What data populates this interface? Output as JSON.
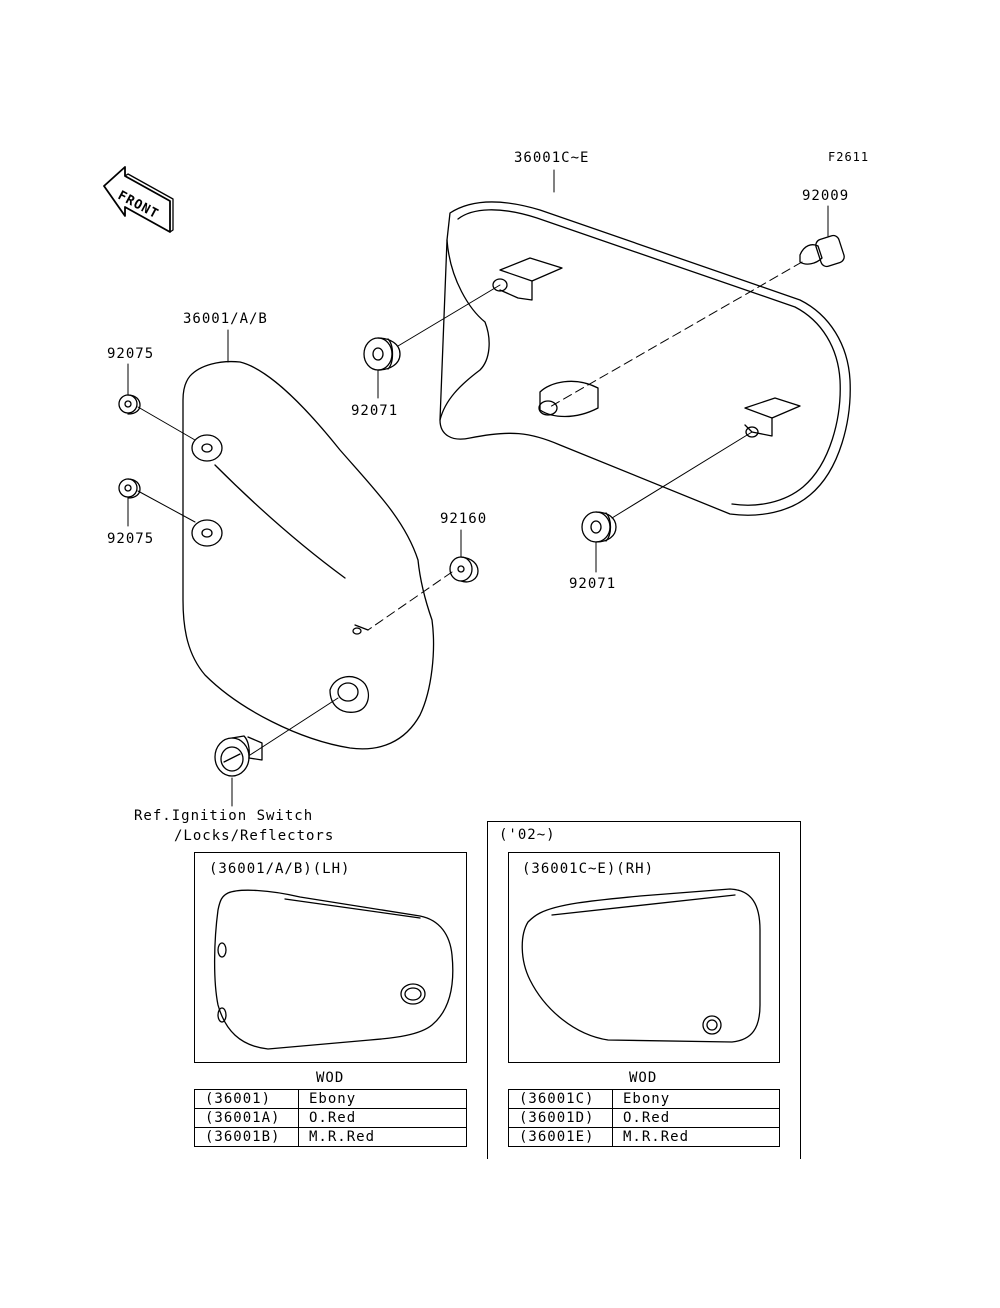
{
  "figure_code": "F2611",
  "front_arrow": {
    "text": "FRONT"
  },
  "parts": {
    "rh_cover": "36001C~E",
    "lh_cover": "36001/A/B",
    "bolt": "92009",
    "grommet_rh_upper": "92071",
    "grommet_rh_lower": "92071",
    "grommet_lh_upper": "92075",
    "grommet_lh_lower": "92075",
    "damper": "92160"
  },
  "ref_note": {
    "line1": "Ref.Ignition Switch",
    "line2": "/Locks/Reflectors"
  },
  "variant_note": "('02~)",
  "lh_panel": {
    "title": "(36001/A/B)(LH)",
    "table_caption": "WOD",
    "rows": [
      {
        "code": "(36001)",
        "color": "Ebony"
      },
      {
        "code": "(36001A)",
        "color": "O.Red"
      },
      {
        "code": "(36001B)",
        "color": "M.R.Red"
      }
    ]
  },
  "rh_panel": {
    "title": "(36001C~E)(RH)",
    "table_caption": "WOD",
    "rows": [
      {
        "code": "(36001C)",
        "color": "Ebony"
      },
      {
        "code": "(36001D)",
        "color": "O.Red"
      },
      {
        "code": "(36001E)",
        "color": "M.R.Red"
      }
    ]
  }
}
